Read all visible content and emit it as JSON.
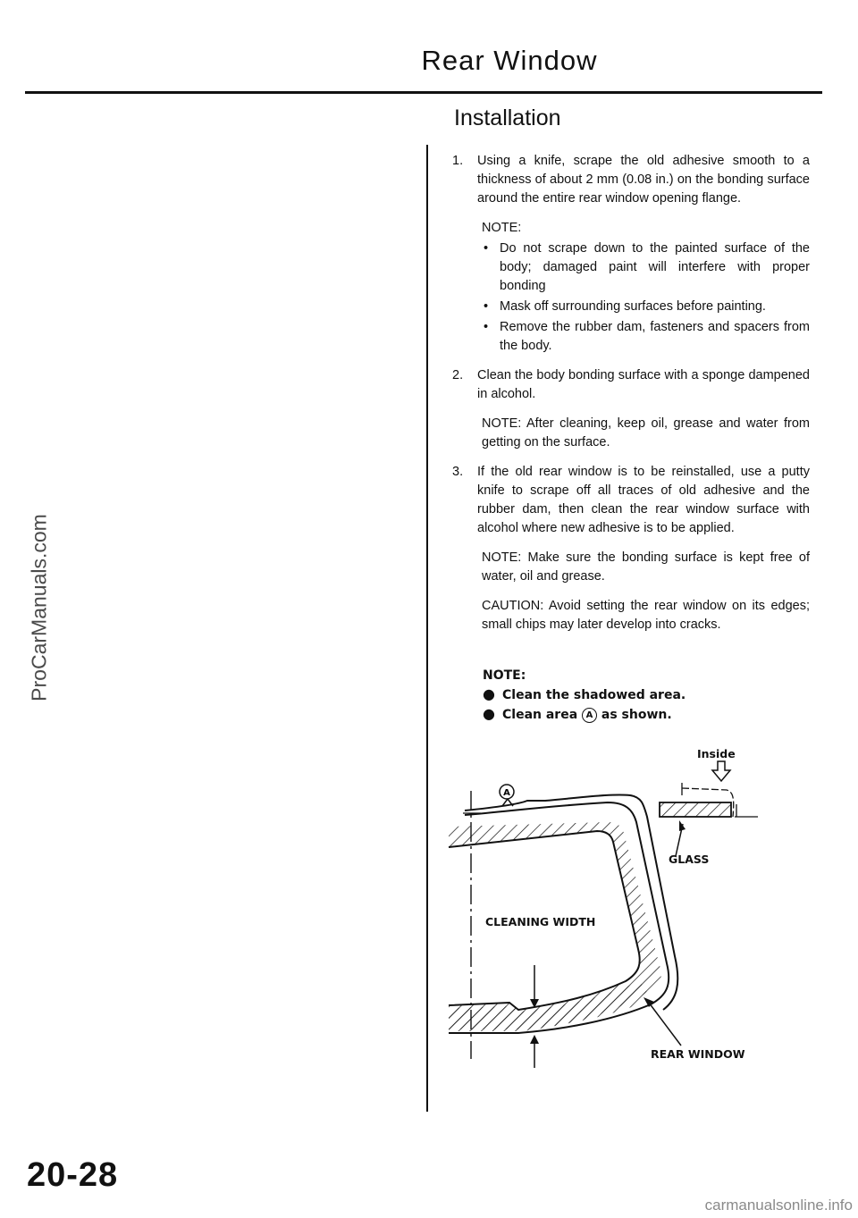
{
  "page_title": "Rear Window",
  "section_title": "Installation",
  "steps": [
    {
      "num": "1.",
      "text": "Using a knife, scrape the old adhesive smooth to a thickness of about 2 mm (0.08 in.) on the bonding surface around the entire rear window opening flange.",
      "note_head": "NOTE:",
      "bullets": [
        "Do not scrape down to the painted surface of the body; damaged paint will interfere with proper bonding",
        "Mask off surrounding surfaces before painting.",
        "Remove the rubber dam, fasteners and spacers from the body."
      ]
    },
    {
      "num": "2.",
      "text": "Clean the body bonding surface with a sponge dampened in alcohol.",
      "note": "NOTE: After cleaning, keep oil, grease and water from getting on the surface."
    },
    {
      "num": "3.",
      "text": "If the old rear window is to be reinstalled, use a putty knife to scrape off all traces of old adhesive and the rubber dam, then clean the rear window surface with alcohol where new adhesive is to be applied.",
      "note": "NOTE: Make sure the bonding surface is kept free of water, oil and grease.",
      "caution": "CAUTION: Avoid setting the rear window on its edges; small chips may later develop into cracks."
    }
  ],
  "diagram_note": {
    "head": "NOTE:",
    "line1": "Clean the shadowed area.",
    "line2_pre": "Clean area",
    "line2_marker": "A",
    "line2_post": "as shown."
  },
  "diagram": {
    "marker": "A",
    "inside": "Inside",
    "glass": "GLASS",
    "cleaning_width": "CLEANING WIDTH",
    "rear_window": "REAR WINDOW"
  },
  "side_watermark": "ProCarManuals.com",
  "page_number": "20-28",
  "footer_watermark": "carmanualsonline.info"
}
